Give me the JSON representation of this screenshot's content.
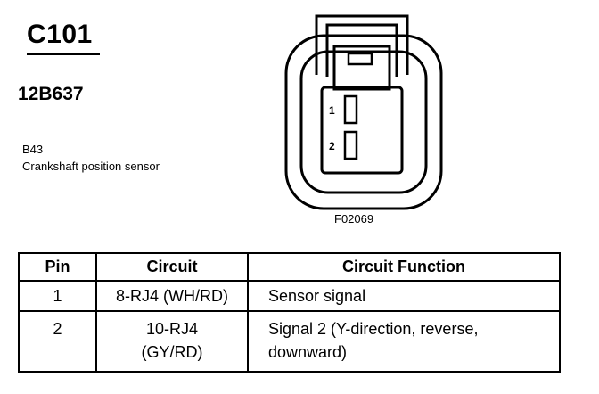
{
  "connector_id": "C101",
  "part_number": "12B637",
  "component": {
    "ref": "B43",
    "name": "Crankshaft position sensor"
  },
  "diagram": {
    "figure_code": "F02069",
    "pins": [
      {
        "label": "1"
      },
      {
        "label": "2"
      }
    ]
  },
  "pin_table": {
    "headers": [
      "Pin",
      "Circuit",
      "Circuit Function"
    ],
    "rows": [
      {
        "pin": "1",
        "circuit": [
          "8-RJ4 (WH/RD)"
        ],
        "function": [
          "Sensor signal"
        ]
      },
      {
        "pin": "2",
        "circuit": [
          "10-RJ4",
          "(GY/RD)"
        ],
        "function": [
          "Signal 2 (Y-direction, reverse,",
          "downward)"
        ]
      }
    ]
  }
}
